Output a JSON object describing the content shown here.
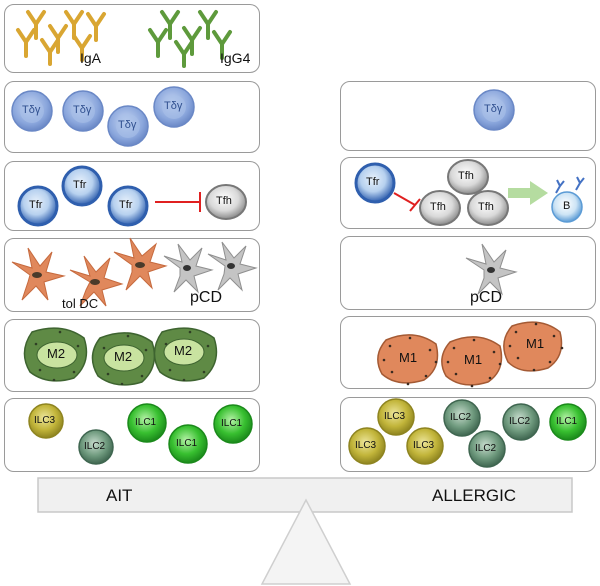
{
  "left": {
    "antibodies": {
      "iga": "IgA",
      "igg4": "IgG4"
    },
    "tgd_cells": [
      "Tδγ",
      "Tδγ",
      "Tδγ",
      "Tδγ"
    ],
    "tfr_cells": [
      "Tfr",
      "Tfr",
      "Tfr"
    ],
    "tfh_cell": "Tfh",
    "dc_labels": {
      "tol_dc": "tol DC",
      "pcd": "pCD"
    },
    "macrophages": [
      "M2",
      "M2",
      "M2"
    ],
    "ilcs": [
      "ILC3",
      "ILC2",
      "ILC1",
      "ILC1",
      "ILC1"
    ]
  },
  "right": {
    "tgd_cells": [
      "Tδγ"
    ],
    "tfr_cell": "Tfr",
    "tfh_cells": [
      "Tfh",
      "Tfh",
      "Tfh"
    ],
    "b_cell": "B",
    "dc_label": "pCD",
    "macrophages": [
      "M1",
      "M1",
      "M1"
    ],
    "ilcs": [
      "ILC3",
      "ILC2",
      "ILC2",
      "ILC1",
      "ILC3",
      "ILC3",
      "ILC2"
    ]
  },
  "balance": {
    "left_label": "AIT",
    "right_label": "ALLERGIC"
  },
  "colors": {
    "iga": "#d9a632",
    "igg4": "#5e9a3c",
    "tgd": "#8aa6dc",
    "tfr": "#2f5fae",
    "tfh": "#9b9b9b",
    "dc_tol": "#e0885c",
    "dc_p": "#b5b5b5",
    "m2": "#6e9a4e",
    "m1": "#e0885c",
    "ilc3": "#b9ad2e",
    "ilc2": "#5d8a6e",
    "ilc1": "#2db52d",
    "inhibit": "#e02020",
    "arrow": "#b5dca0"
  }
}
